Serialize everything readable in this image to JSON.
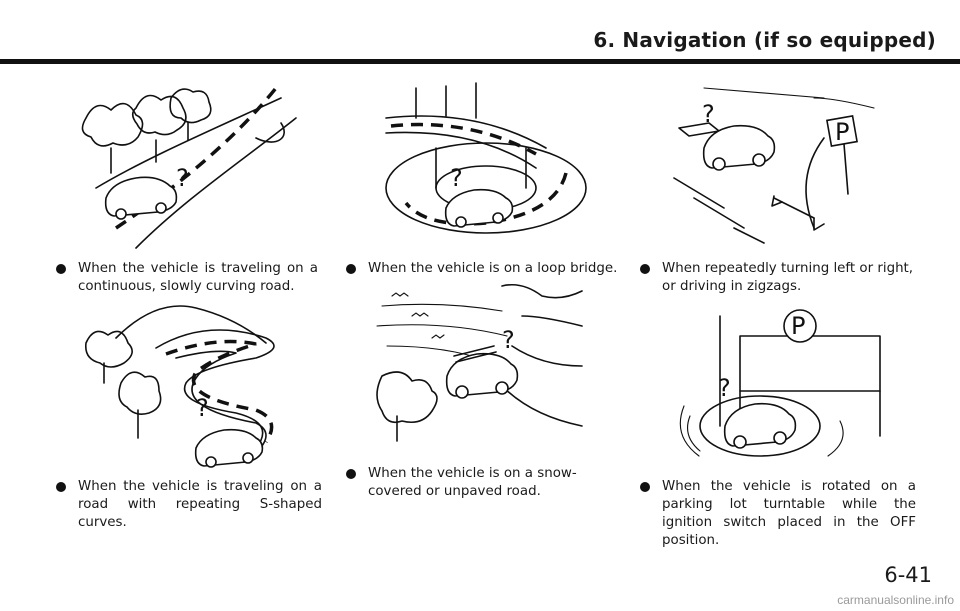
{
  "header": {
    "title": "6. Navigation (if so equipped)"
  },
  "items": [
    {
      "text": "When the vehicle is traveling on a continuous, slowly curving road."
    },
    {
      "text": "When the vehicle is traveling on a road with repeating S-shaped curves."
    },
    {
      "text": "When the vehicle is on a loop bridge."
    },
    {
      "text": "When the vehicle is on a snow-covered or unpaved road."
    },
    {
      "text": "When repeatedly turning left or right, or driving in zigzags."
    },
    {
      "text": "When the vehicle is rotated on a parking lot turntable while the ignition switch placed in the OFF position."
    }
  ],
  "illustrations": {
    "question_mark": "?",
    "parking_sign": "P"
  },
  "page_number": "6-41",
  "watermark": "carmanualsonline.info"
}
